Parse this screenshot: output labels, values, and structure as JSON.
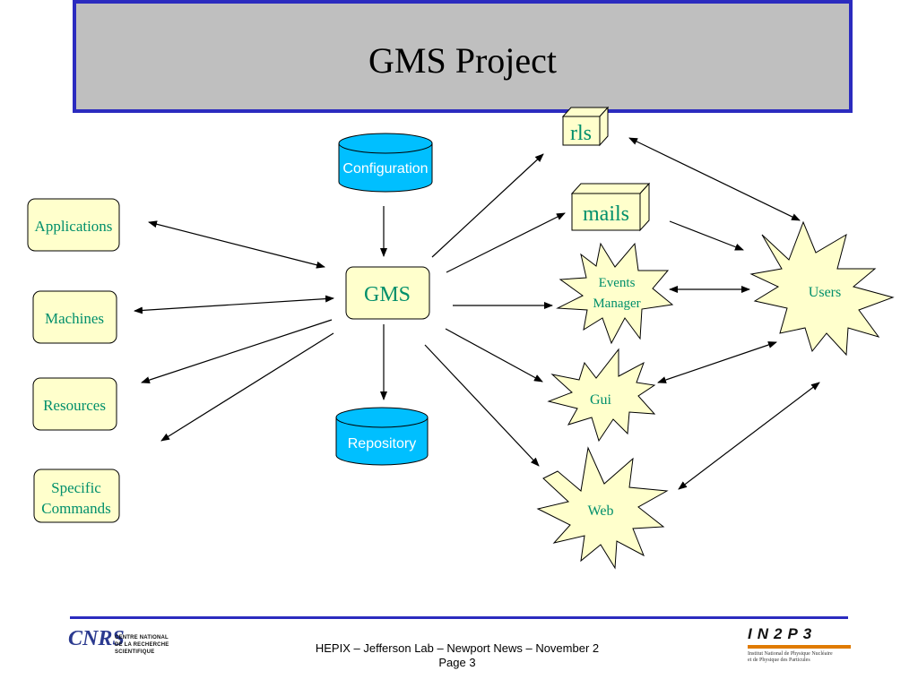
{
  "title": "GMS Project",
  "nodes": {
    "applications": "Applications",
    "machines": "Machines",
    "resources": "Resources",
    "specific_line1": "Specific",
    "specific_line2": "Commands",
    "gms": "GMS",
    "configuration": "Configuration",
    "repository": "Repository",
    "rls": "rls",
    "mails": "mails",
    "events_line1": "Events",
    "events_line2": "Manager",
    "gui": "Gui",
    "web": "Web",
    "users": "Users"
  },
  "footer": {
    "line1": "HEPIX – Jefferson Lab – Newport News – November 2",
    "line2": "Page 3"
  },
  "logos": {
    "left_mark": "CNRS",
    "left_line1": "CENTRE NATIONAL",
    "left_line2": "DE LA RECHERCHE",
    "left_line3": "SCIENTIFIQUE",
    "right_mark": "IN2P3",
    "right_line1": "Institut National de Physique Nucléaire",
    "right_line2": "et de Physique des Particules"
  },
  "colors": {
    "title_bg": "#bfbfbf",
    "title_border": "#2b2bbf",
    "node_fill": "#ffffcc",
    "node_text": "#008f6b",
    "db_fill": "#00bfff"
  }
}
